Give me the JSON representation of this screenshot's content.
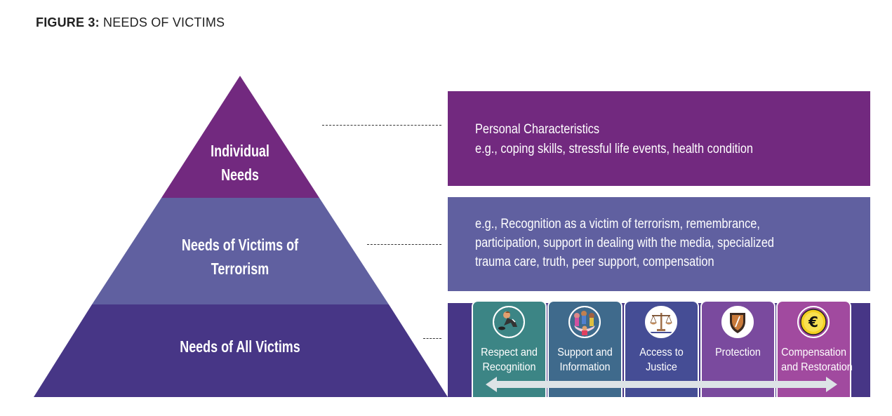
{
  "figure": {
    "title_bold": "FIGURE 3:",
    "title_rest": " NEEDS OF VICTIMS"
  },
  "colors": {
    "top": "#72297f",
    "middle": "#6060a0",
    "bottom": "#473686",
    "card_respect": "#3c8585",
    "card_support": "#3f6a8c",
    "card_justice": "#454d95",
    "card_protection": "#7a4a9e",
    "card_compensation": "#a14a9f",
    "arrow": "#dde3e6"
  },
  "pyramid": {
    "levels": [
      {
        "label_line1": "Individual",
        "label_line2": "Needs"
      },
      {
        "label_line1": "Needs of Victims of",
        "label_line2": "Terrorism"
      },
      {
        "label_line1": "Needs of All Victims"
      }
    ]
  },
  "boxes": {
    "individual": {
      "line1": "Personal Characteristics",
      "line2": "e.g., coping skills, stressful life events, health condition"
    },
    "terrorism": {
      "line1": "e.g., Recognition as a victim of terrorism, remembrance,",
      "line2": "participation, support in dealing with the media, specialized",
      "line3": "trauma care, truth, peer support, compensation"
    },
    "all_victims": {
      "cards": [
        {
          "icon": "bowing-person-icon",
          "line1": "Respect and",
          "line2": "Recognition"
        },
        {
          "icon": "group-hug-icon",
          "line1": "Support and",
          "line2": "Information"
        },
        {
          "icon": "scales-of-justice-icon",
          "line1": "Access to",
          "line2": "Justice"
        },
        {
          "icon": "shield-icon",
          "line1": "Protection",
          "line2": ""
        },
        {
          "icon": "euro-coin-icon",
          "line1": "Compensation",
          "line2": "and Restoration"
        }
      ]
    }
  }
}
